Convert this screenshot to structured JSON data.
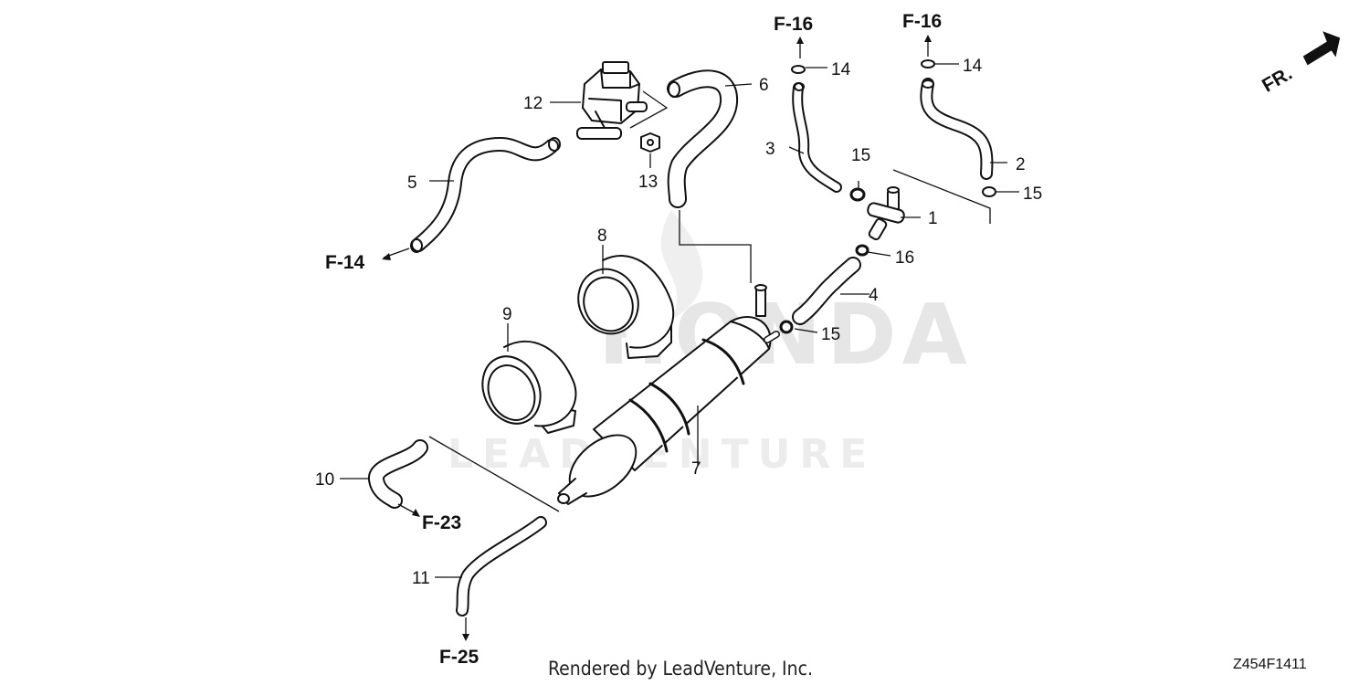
{
  "diagram": {
    "callouts": {
      "c1": "1",
      "c2": "2",
      "c3": "3",
      "c4": "4",
      "c5": "5",
      "c6": "6",
      "c7": "7",
      "c8": "8",
      "c9": "9",
      "c10": "10",
      "c11": "11",
      "c12": "12",
      "c13": "13",
      "c14a": "14",
      "c14b": "14",
      "c15a": "15",
      "c15b": "15",
      "c15c": "15",
      "c16": "16"
    },
    "refs": {
      "f16a": "F-16",
      "f16b": "F-16",
      "f14": "F-14",
      "f23": "F-23",
      "f25": "F-25"
    },
    "direction_label": "FR.",
    "watermark_brand": "HONDA",
    "watermark_dealer": "LEADVENTURE",
    "footer_credit": "Rendered by LeadVenture, Inc.",
    "diagram_code": "Z454F1411"
  }
}
